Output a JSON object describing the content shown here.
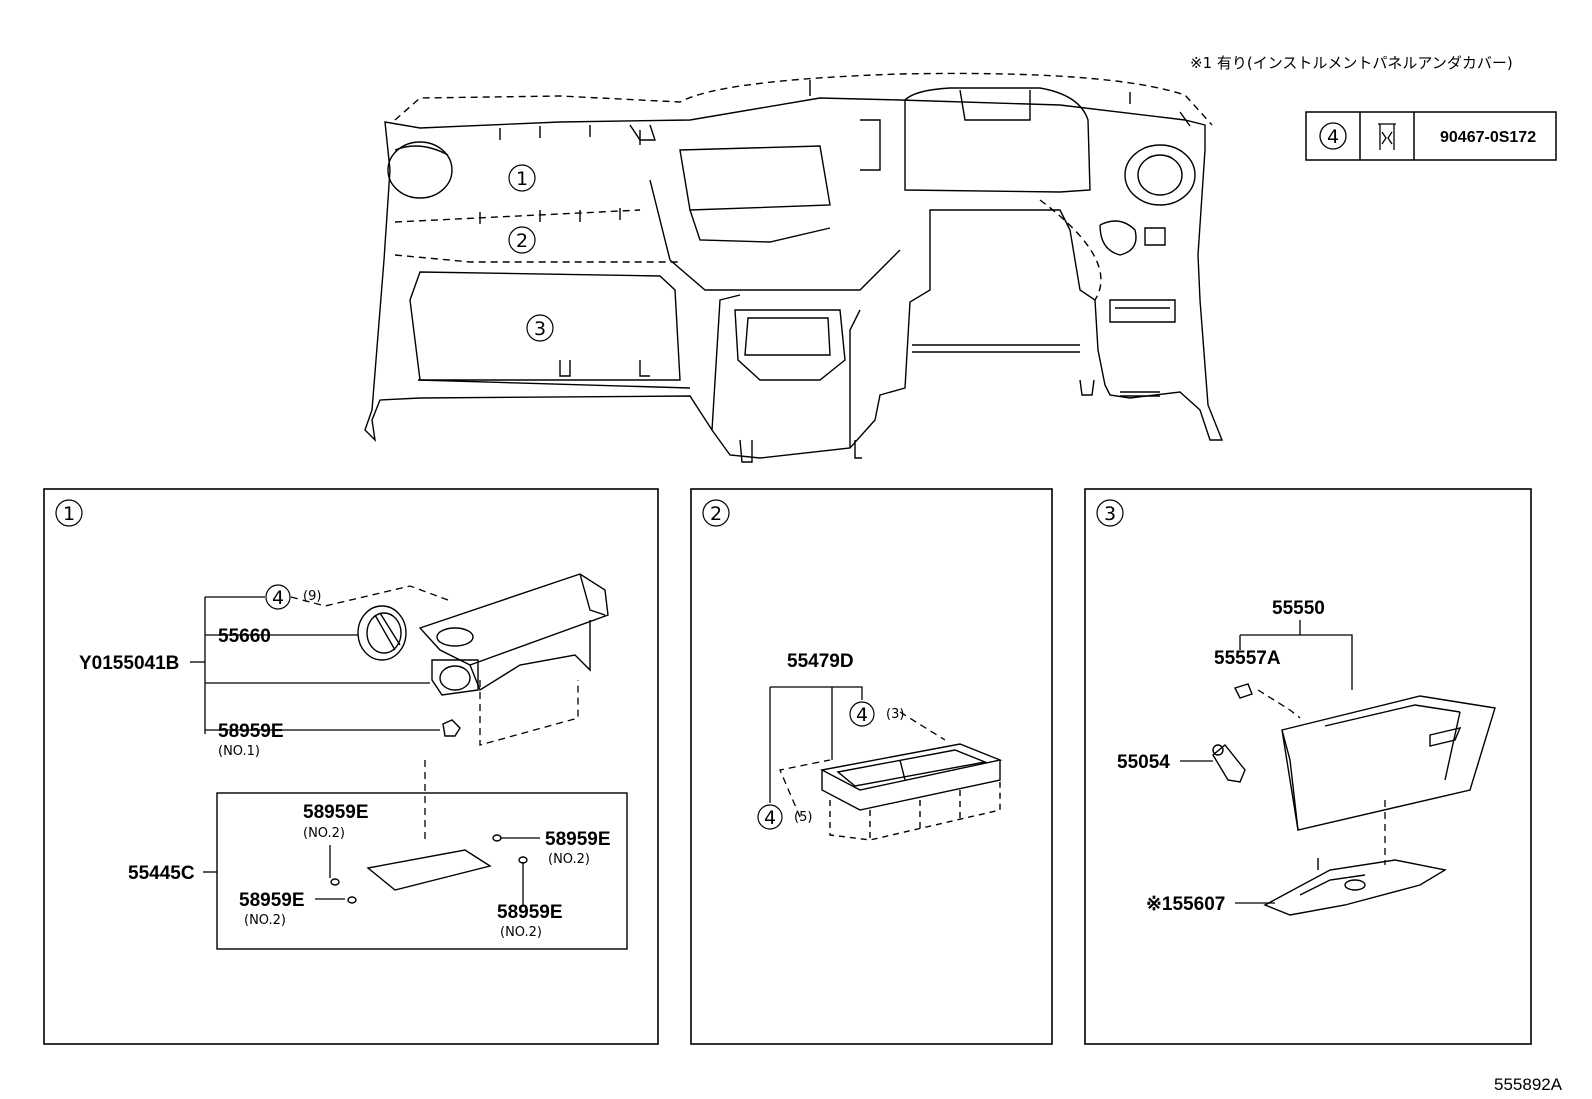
{
  "note_top": "※1 有り(インストルメントパネルアンダカバー)",
  "fastener_table": {
    "ref": "4",
    "part_number": "90467-0S172"
  },
  "overview": {
    "callouts": [
      "1",
      "2",
      "3"
    ]
  },
  "panel1": {
    "badge": "1",
    "labels": {
      "qty9": "(9)",
      "p55660": "55660",
      "y0155041b": "Y0155041B",
      "p58959e_no1": "58959E",
      "no1": "(NO.1)",
      "p55445c": "55445C",
      "p58959e_a": "58959E",
      "no2_a": "(NO.2)",
      "p58959e_b": "58959E",
      "no2_b": "(NO.2)",
      "p58959e_c": "58959E",
      "no2_c": "(NO.2)",
      "p58959e_d": "58959E",
      "no2_d": "(NO.2)",
      "ref4": "4"
    }
  },
  "panel2": {
    "badge": "2",
    "labels": {
      "p55479d": "55479D",
      "ref4_top": "4",
      "qty3": "(3)",
      "ref4_bottom": "4",
      "qty5": "(5)"
    }
  },
  "panel3": {
    "badge": "3",
    "labels": {
      "p55550": "55550",
      "p55557a": "55557A",
      "p55054": "55054",
      "p55607": "※155607"
    }
  },
  "drawing_number": "555892A"
}
